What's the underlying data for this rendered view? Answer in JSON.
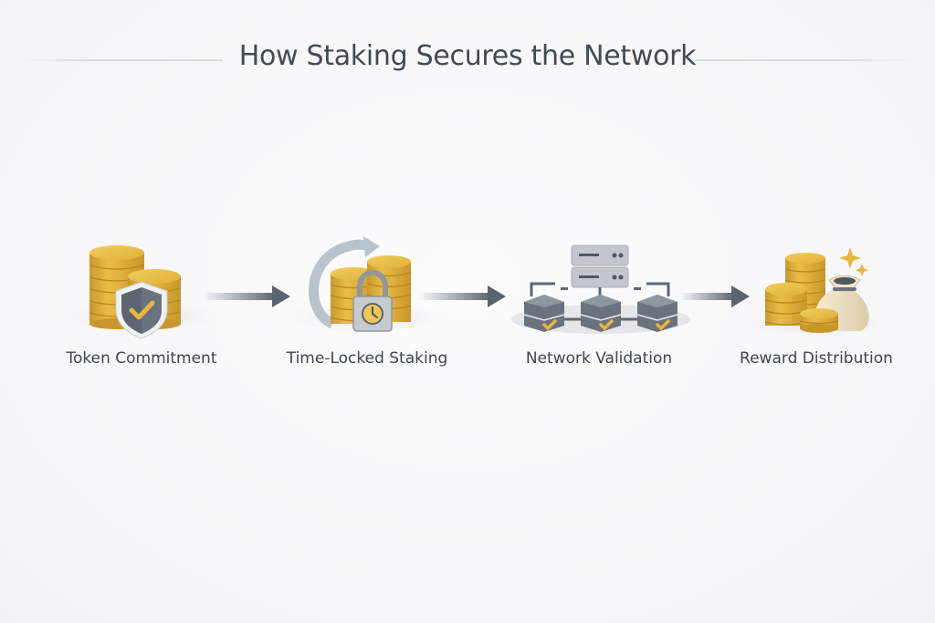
{
  "title": "How Staking Secures the Network",
  "steps": [
    {
      "label": "Token Commitment",
      "icon": "coins-shield-icon"
    },
    {
      "label": "Time-Locked Staking",
      "icon": "coins-lock-icon"
    },
    {
      "label": "Network Validation",
      "icon": "server-network-icon"
    },
    {
      "label": "Reward Distribution",
      "icon": "coins-bag-icon"
    }
  ],
  "colors": {
    "gold": "#e3b53c",
    "gold_dark": "#c8962a",
    "slate": "#5f6873",
    "text": "#3e4650"
  }
}
